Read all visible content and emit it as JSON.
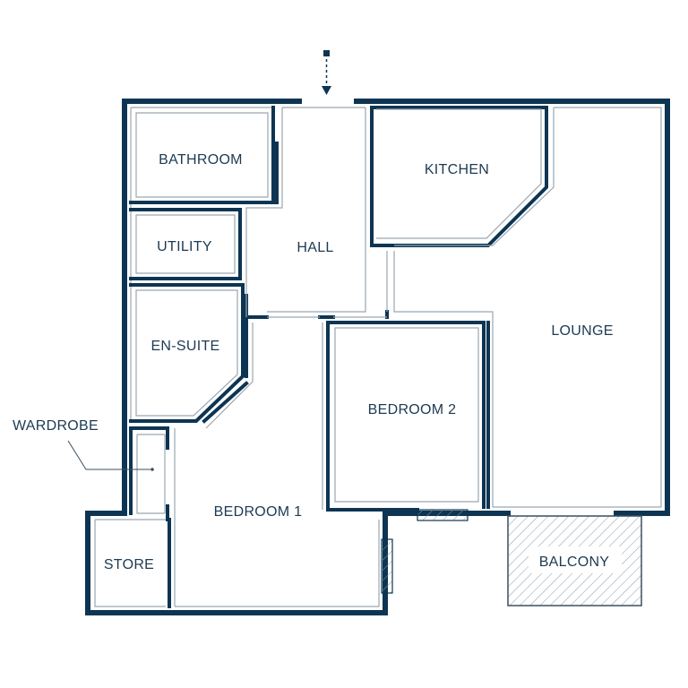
{
  "colors": {
    "wall": "#0d3553",
    "inner_line": "#9aa6b0",
    "text": "#1d3a52",
    "background": "#ffffff"
  },
  "entrance": {
    "icon": "entrance-arrow-icon"
  },
  "rooms": {
    "bathroom": "BATHROOM",
    "utility": "UTILITY",
    "hall": "HALL",
    "kitchen": "KITCHEN",
    "en_suite": "EN-SUITE",
    "lounge": "LOUNGE",
    "bedroom_2": "BEDROOM 2",
    "bedroom_1": "BEDROOM 1",
    "store": "STORE",
    "balcony": "BALCONY"
  },
  "callouts": {
    "wardrobe": "WARDROBE"
  }
}
